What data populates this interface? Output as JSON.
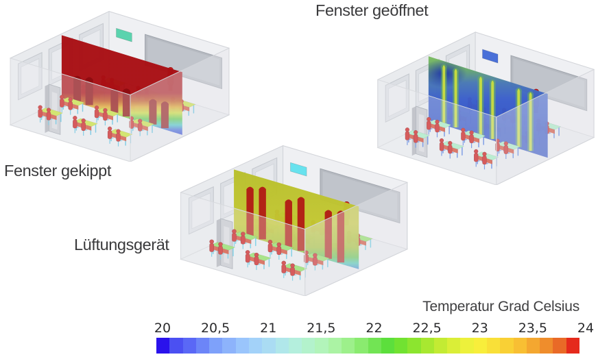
{
  "rooms": [
    {
      "id": "fenster-gekippt",
      "label": "Fenster gekippt",
      "plane_gradient": [
        [
          "0",
          "#a90f14"
        ],
        [
          "0.58",
          "#a90f14"
        ],
        [
          "0.66",
          "#bf4a10"
        ],
        [
          "0.72",
          "#dfa51e"
        ],
        [
          "0.78",
          "#c8dc2e"
        ],
        [
          "0.84",
          "#54c83e"
        ],
        [
          "0.90",
          "#42c6c4"
        ],
        [
          "0.95",
          "#3a63d8"
        ],
        [
          "1",
          "#2c3ed2"
        ]
      ],
      "plume": {
        "mode": "bottom",
        "color": "#8d0c10"
      },
      "desk_top": "#c8e13a",
      "desk_side": "#d03a20",
      "desk_leg": "#58bfe0",
      "student": "#cc1c1c",
      "wall_unit": "#5bd3ae",
      "ceiling_diffusers": false
    },
    {
      "id": "fenster-geoeffnet",
      "label": "Fenster geöffnet",
      "plane_gradient": [
        [
          "0",
          "#7cbc60"
        ],
        [
          "0.12",
          "#68ac68"
        ],
        [
          "0.26",
          "#4878b4"
        ],
        [
          "0.42",
          "#3a5ecb"
        ],
        [
          "0.72",
          "#3052c6"
        ],
        [
          "1",
          "#2d4fc2"
        ]
      ],
      "plume": {
        "mode": "full",
        "color": "#cfe23c",
        "halo": "#6fbc50"
      },
      "dark_patch": "#1c2fae",
      "desk_top": "#a5ecc3",
      "desk_side": "#d03a20",
      "desk_leg": "#4f7ce0",
      "student": "#cc1c1c",
      "wall_unit": "#4a70d8",
      "ceiling_diffusers": false
    },
    {
      "id": "lueftungsgeraet",
      "label": "Lüftungsgerät",
      "plane_gradient": [
        [
          "0",
          "#b8bf2b"
        ],
        [
          "0.55",
          "#c3c731"
        ],
        [
          "0.78",
          "#a3c02e"
        ],
        [
          "0.88",
          "#5fc24c"
        ],
        [
          "0.94",
          "#49c8b2"
        ],
        [
          "1",
          "#3f85d2"
        ]
      ],
      "plume": {
        "mode": "tall",
        "color": "#b11513"
      },
      "desk_top": "#8ce05e",
      "desk_side": "#d03a20",
      "desk_leg": "#5ec8e2",
      "student": "#cc1c1c",
      "wall_unit": "#68e2ee",
      "ceiling_diffusers": true,
      "diffuser_color": "#4a74da"
    }
  ],
  "legend": {
    "title": "Temperatur Grad Celsius",
    "ticks": [
      "20",
      "20,5",
      "21",
      "21,5",
      "22",
      "22,5",
      "23",
      "23,5",
      "24"
    ]
  },
  "chart_data": {
    "type": "heatmap",
    "title": "Temperatur Grad Celsius",
    "colorbar": {
      "min": 20,
      "max": 24,
      "unit": "Grad Celsius",
      "tick_step": 0.5,
      "tick_values": [
        20,
        20.5,
        21,
        21.5,
        22,
        22.5,
        23,
        23.5,
        24
      ],
      "tick_labels": [
        "20",
        "20,5",
        "21",
        "21,5",
        "22",
        "22,5",
        "23",
        "23,5",
        "24"
      ],
      "colors": [
        "#2a12ec",
        "#4b50f2",
        "#5a68f6",
        "#6c85f8",
        "#7ea1fa",
        "#8db3fb",
        "#9ac5fc",
        "#a3d2f9",
        "#aadcf3",
        "#b0e7ea",
        "#b4efdd",
        "#b3f2cc",
        "#b2f4ba",
        "#abf3a4",
        "#9df08b",
        "#8aeb6f",
        "#72e454",
        "#5cdf3c",
        "#71e231",
        "#8ce52f",
        "#a8e830",
        "#c3eb33",
        "#daee37",
        "#edf13b",
        "#f8ee3b",
        "#f9e038",
        "#f9d035",
        "#f8bf33",
        "#f4a730",
        "#ef8d2c",
        "#e96a27",
        "#e52a1c"
      ]
    },
    "scenarios": [
      {
        "label": "Fenster gekippt",
        "plane_character": "Schnittebene überwiegend ca. 24 °C (dunkelrot), nur bodennah kühlere Schichtung (grün bis blau)"
      },
      {
        "label": "Fenster geöffnet",
        "plane_character": "Schnittebene überwiegend ca. 20–21 °C (blau), an der Decke ca. 22 °C (grün), warme Auftriebsfahnen über den Personen"
      },
      {
        "label": "Lüftungsgerät",
        "plane_character": "Schnittebene überwiegend ca. 22,5–23 °C (gelbgrün), warme Fahnen (ca. 24 °C) über den Personen, Zuluftauslässe an der Decke"
      }
    ]
  }
}
